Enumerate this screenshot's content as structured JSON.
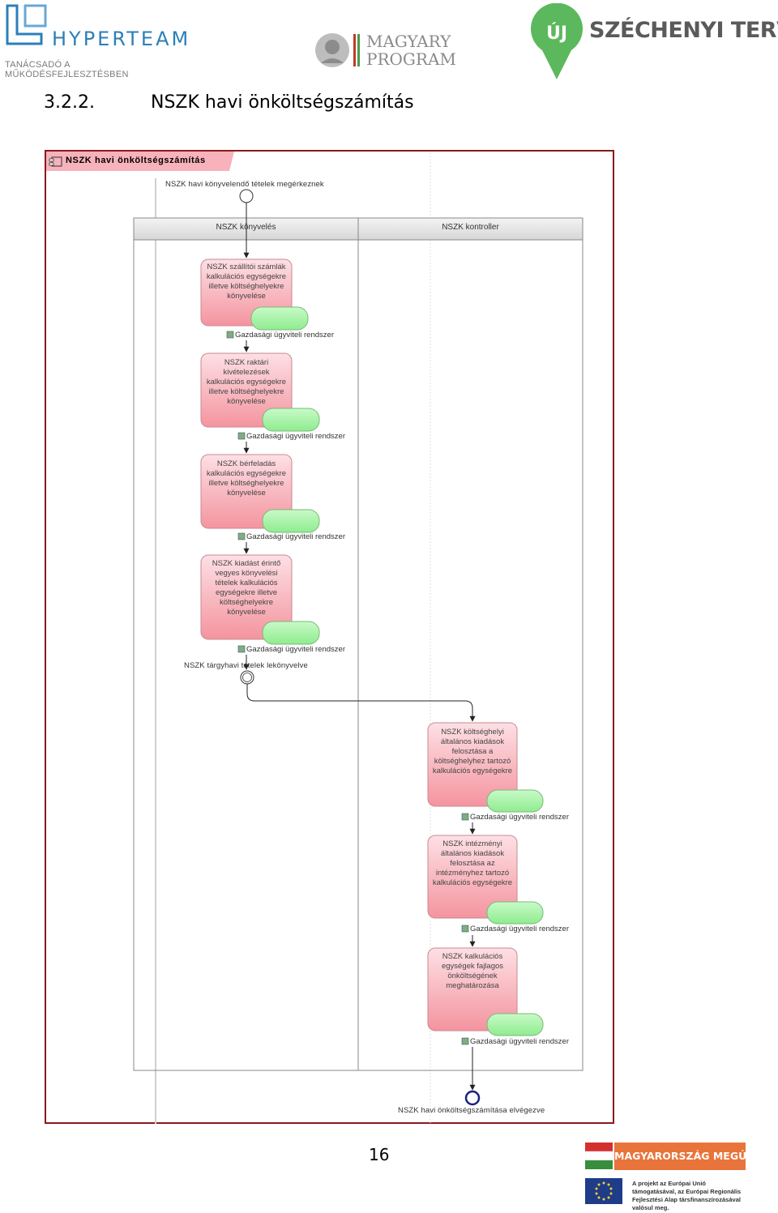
{
  "header": {
    "hyperteam": {
      "name": "HYPERTEAM",
      "tagline": "TANÁCSADÓ A MŰKÖDÉSFEJLESZTÉSBEN"
    },
    "magyary": {
      "line1": "MAGYARY",
      "line2": "PROGRAM"
    },
    "szechenyi": {
      "badge": "ÚJ",
      "name": "SZÉCHENYI TERV"
    }
  },
  "section": {
    "number": "3.2.2.",
    "title": "NSZK havi önköltségszámítás"
  },
  "diagram": {
    "frame_title": "NSZK havi önköltségszámítás",
    "start_label": "NSZK havi könyvelendő tételek megérkeznek",
    "lanes": [
      "NSZK könyvelés",
      "NSZK kontroller"
    ],
    "activities_left": [
      "NSZK szállítói számlák\nkalkulációs egységekre\nilletve költséghelyekre\nkönyvelése",
      "NSZK raktári\nkivételezések\nkalkulációs egységekre\nilletve költséghelyekre\nkönyvelése",
      "NSZK bérfeladás\nkalkulációs egységekre\nilletve költséghelyekre\nkönyvelése",
      "NSZK kiadást érintő\nvegyes könyvelési\ntételek kalkulációs\negységekre illetve\nköltséghelyekre\nkönyvelése"
    ],
    "activities_right": [
      "NSZK költséghelyi\náltalános kiadások\nfelosztása a\nköltséghelyhez tartozó\nkalkulációs egységekre",
      "NSZK intézményi\náltalános kiadások\nfelosztása az\nintézményhez tartozó\nkalkulációs egységekre",
      "NSZK kalkulációs\negységek fajlagos\nönköltségének\nmeghatározása"
    ],
    "system_label": "Gazdasági ügyviteli rendszer",
    "intermediate_label": "NSZK tárgyhavi tételek lekönyvelve",
    "end_label": "NSZK havi önköltségszámítása elvégezve"
  },
  "footer": {
    "page_number": "16",
    "banner": "MAGYARORSZÁG MEGÚJUL",
    "eu_text": "A projekt az Európai Unió támogatásával, az Európai Regionális Fejlesztési Alap társfinanszírozásával valósul meg."
  },
  "colors": {
    "brand_blue": "#2c7fb8",
    "szechenyi_green": "#5cb85c",
    "frame_border": "#8b1a1a",
    "activity_fill": "#f7a9b3",
    "system_fill": "#a8f2a8",
    "banner_orange": "#e8743b"
  }
}
